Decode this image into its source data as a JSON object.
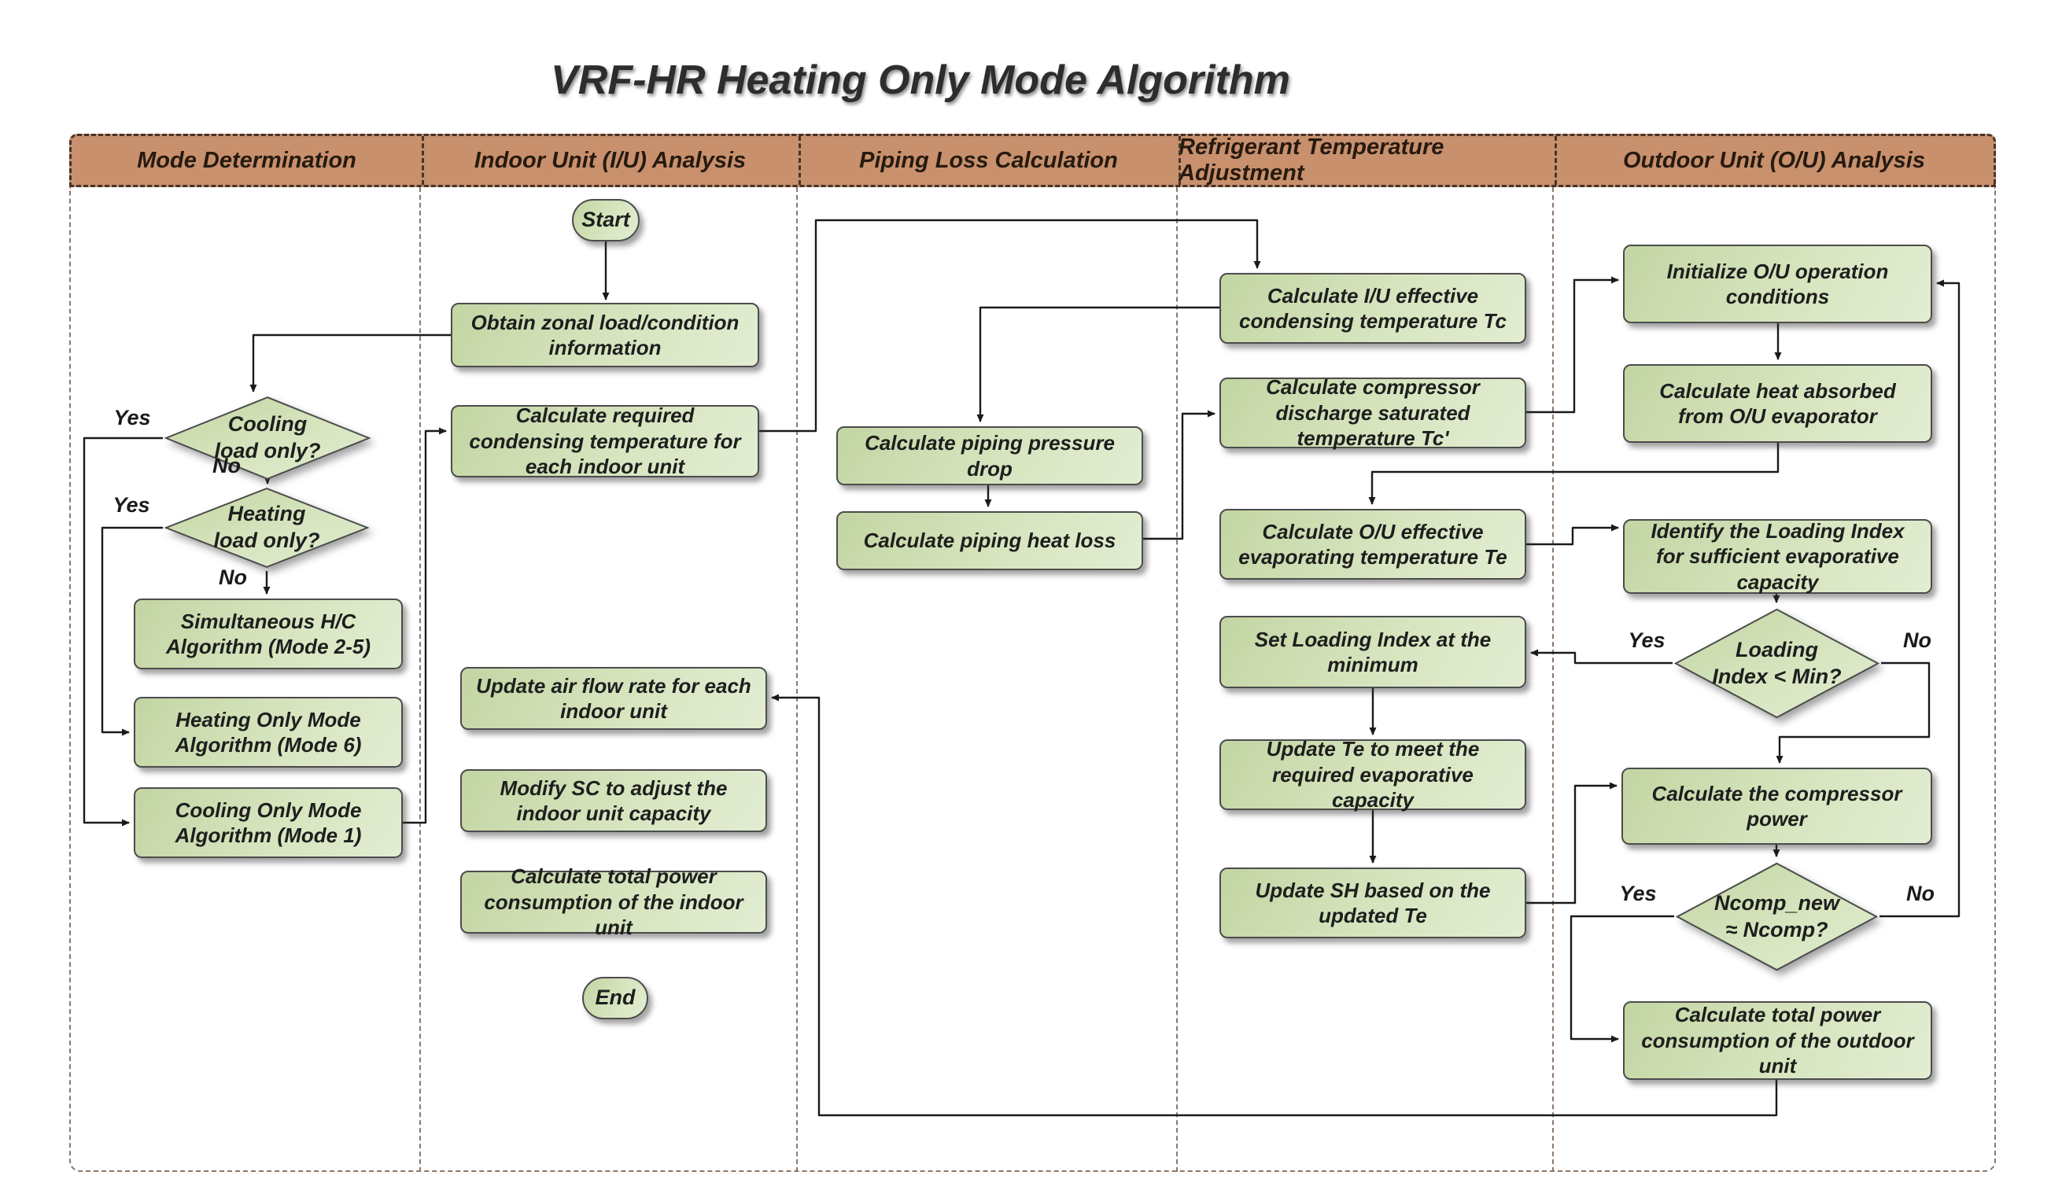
{
  "title": "VRF-HR Heating Only Mode Algorithm",
  "lanes": [
    {
      "id": "mode",
      "label": "Mode Determination"
    },
    {
      "id": "indoor",
      "label": "Indoor Unit (I/U) Analysis"
    },
    {
      "id": "piping",
      "label": "Piping Loss Calculation"
    },
    {
      "id": "refrigerant",
      "label": "Refrigerant Temperature Adjustment"
    },
    {
      "id": "outdoor",
      "label": "Outdoor Unit (O/U) Analysis"
    }
  ],
  "nodes": {
    "start": "Start",
    "obtain": "Obtain zonal load/condition information",
    "calc_req": "Calculate required condensing temperature for each indoor unit",
    "update_airflow": "Update air flow rate for each indoor unit",
    "modify_sc": "Modify SC to adjust the indoor unit capacity",
    "iu_power": "Calculate total power consumption of the indoor unit",
    "end": "End",
    "cooling_q": "Cooling\nload only?",
    "heating_q": "Heating\nload only?",
    "simultaneous": "Simultaneous H/C\nAlgorithm (Mode 2-5)",
    "heating_only": "Heating Only Mode\nAlgorithm (Mode 6)",
    "cooling_only": "Cooling Only Mode\nAlgorithm (Mode 1)",
    "pressure_drop": "Calculate piping pressure drop",
    "heat_loss": "Calculate piping  heat loss",
    "tc": "Calculate I/U effective condensing temperature Tc",
    "tc_prime": "Calculate compressor discharge saturated temperature Tc'",
    "te": "Calculate O/U effective evaporating temperature Te",
    "set_loading": "Set Loading Index at the minimum",
    "update_te": "Update Te to meet the required evaporative capacity",
    "update_sh": "Update SH based on the updated Te",
    "init_ou": "Initialize O/U operation conditions",
    "heat_absorbed": "Calculate heat absorbed from O/U evaporator",
    "identify_loading": "Identify the Loading Index for sufficient evaporative capacity",
    "loading_q": "Loading\nIndex < Min?",
    "comp_power": "Calculate the compressor power",
    "ncomp_q": "Ncomp_new\n≈  Ncomp?",
    "ou_power": "Calculate total power consumption of the outdoor unit"
  },
  "branches": {
    "cooling_yes": "Yes",
    "cooling_no": "No",
    "heating_yes": "Yes",
    "heating_no": "No",
    "loading_yes": "Yes",
    "loading_no": "No",
    "ncomp_yes": "Yes",
    "ncomp_no": "No"
  },
  "colors": {
    "node_fill_light": "#e2edd2",
    "node_fill_dark": "#c3d5a3",
    "node_border": "#4c4c4c",
    "header_fill": "#c8906c",
    "header_border": "#46332a",
    "lane_border": "#8f7767",
    "connector": "#1a1a1a",
    "title_text": "#2d2d2d"
  }
}
